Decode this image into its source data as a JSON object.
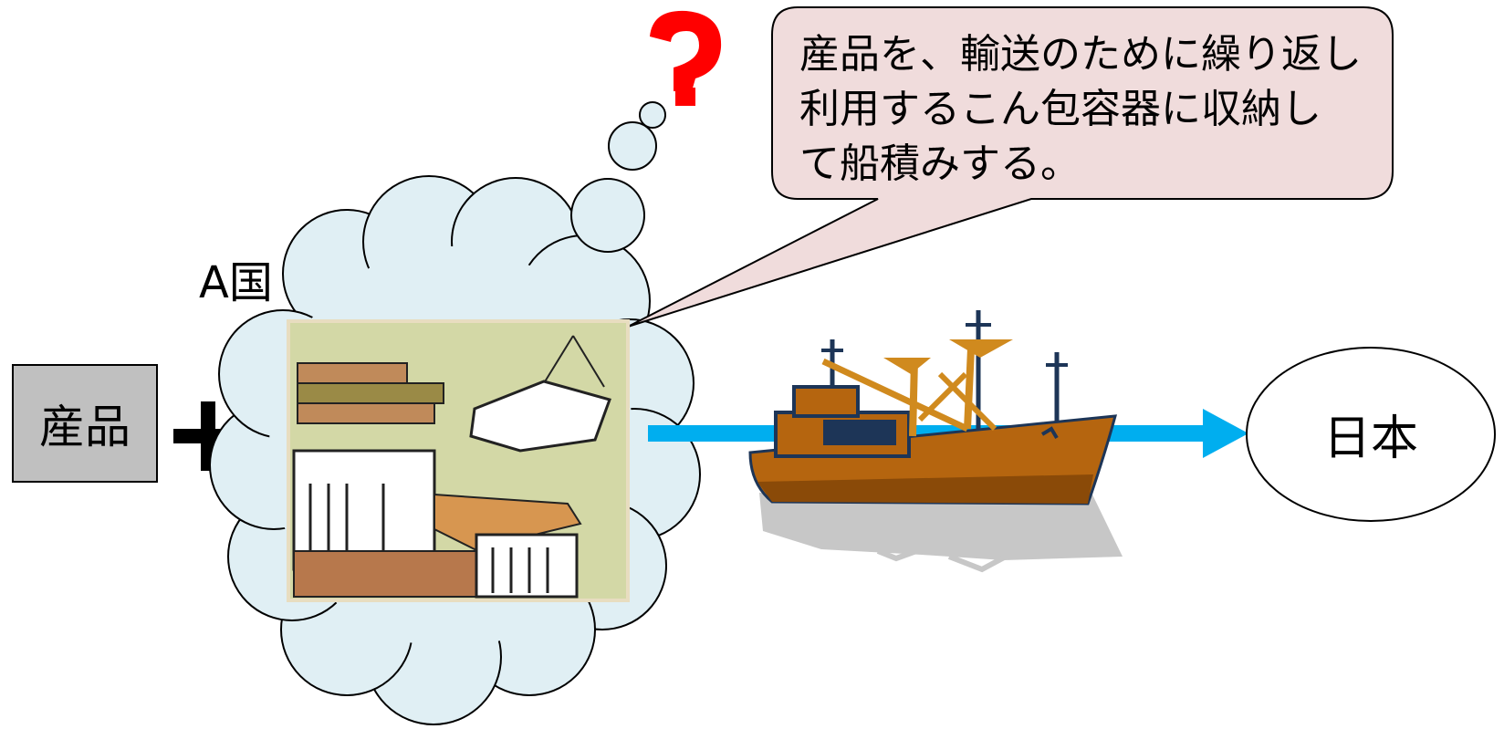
{
  "diagram": {
    "product_label": "産品",
    "country_a_label": "A国",
    "destination_label": "日本",
    "callout_lines": [
      "産品を、輸送のために繰り返し",
      "利用するこん包容器に収納し",
      "て船積みする。"
    ],
    "colors": {
      "product_box": "#c0c0c0",
      "thought_cloud": "#e0eff4",
      "callout_fill": "#f0dcdc",
      "arrow": "#00aeef",
      "question_mark": "#ff0000",
      "ship_hull": "#b5650f",
      "ship_superstructure": "#1d3557"
    },
    "icons": {
      "plus": "plus-icon",
      "question": "question-mark-icon",
      "ship": "cargo-ship-icon",
      "containers": "shipping-containers-illustration"
    }
  }
}
